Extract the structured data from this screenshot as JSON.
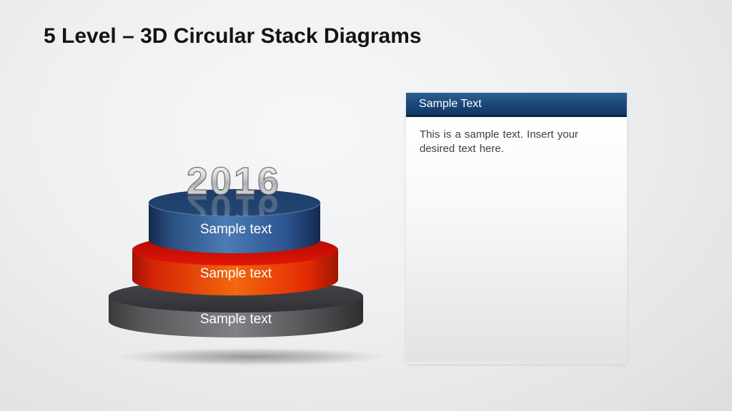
{
  "slide": {
    "title": "5 Level – 3D Circular Stack Diagrams"
  },
  "diagram": {
    "year_label": "2016",
    "levels": [
      {
        "label": "Sample text",
        "color": "#3f6ca6",
        "position": "top"
      },
      {
        "label": "Sample text",
        "color": "#e8490a",
        "position": "middle"
      },
      {
        "label": "Sample text",
        "color": "#6d6d70",
        "position": "bottom"
      }
    ]
  },
  "panel": {
    "header": "Sample Text",
    "body": "This is a sample text. Insert your desired text here.",
    "header_bg": "#16406d"
  }
}
